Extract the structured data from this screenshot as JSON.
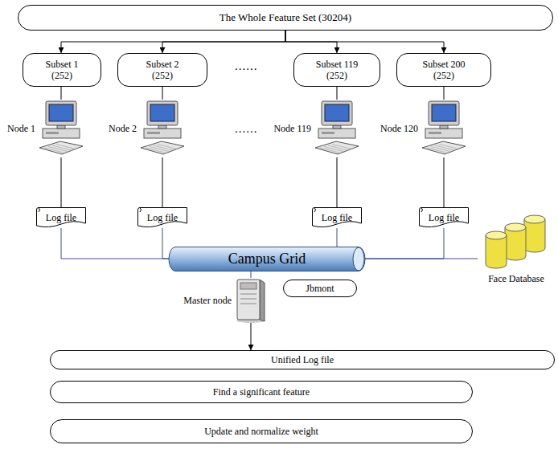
{
  "diagram": {
    "nodes": [
      {
        "text": [
          "The Whole Feature Set (30204)"
        ]
      },
      {
        "text": [
          "Subset 1 (252)"
        ]
      },
      {
        "text": [
          "Subset 2 (252)"
        ]
      },
      {
        "text": [
          "Subset 119 (252)"
        ]
      },
      {
        "text": [
          "Subset 200 (252)"
        ]
      },
      {
        "text": [
          "Node 1"
        ]
      },
      {
        "text": [
          "Node 2"
        ]
      },
      {
        "text": [
          "Node 119"
        ]
      },
      {
        "text": [
          "Node 120"
        ]
      },
      {
        "text": [
          "Log file"
        ]
      },
      {
        "text": [
          "Log file"
        ]
      },
      {
        "text": [
          "Log file"
        ]
      },
      {
        "text": [
          "Log file"
        ]
      },
      {
        "text": [
          "Campus Grid"
        ]
      },
      {
        "text": [
          "Face Database"
        ]
      },
      {
        "text": [
          "Master node"
        ]
      },
      {
        "text": [
          "Jbmont"
        ]
      },
      {
        "text": [
          "Unified Log file"
        ]
      },
      {
        "text": [
          "Find a significant feature"
        ]
      },
      {
        "text": [
          "Update and normalize weight"
        ]
      }
    ],
    "edges": [
      {
        "from": 0,
        "to": 1,
        "arrow": "to"
      },
      {
        "from": 0,
        "to": 2,
        "arrow": "to"
      },
      {
        "from": 0,
        "to": 3,
        "arrow": "to"
      },
      {
        "from": 0,
        "to": 4,
        "arrow": "to"
      },
      {
        "from": 1,
        "to": 5,
        "arrow": "none"
      },
      {
        "from": 2,
        "to": 6,
        "arrow": "none"
      },
      {
        "from": 3,
        "to": 7,
        "arrow": "none"
      },
      {
        "from": 4,
        "to": 8,
        "arrow": "none"
      },
      {
        "from": 5,
        "to": 9,
        "arrow": "none"
      },
      {
        "from": 6,
        "to": 10,
        "arrow": "none"
      },
      {
        "from": 7,
        "to": 11,
        "arrow": "none"
      },
      {
        "from": 8,
        "to": 12,
        "arrow": "none"
      },
      {
        "from": 9,
        "to": 13,
        "arrow": "none"
      },
      {
        "from": 10,
        "to": 13,
        "arrow": "none"
      },
      {
        "from": 11,
        "to": 13,
        "arrow": "none"
      },
      {
        "from": 12,
        "to": 13,
        "arrow": "none"
      },
      {
        "from": 14,
        "to": 13,
        "arrow": "none"
      },
      {
        "from": 13,
        "to": 15,
        "arrow": "none"
      },
      {
        "from": 15,
        "to": 17,
        "arrow": "to"
      }
    ],
    "labels": [
      "......",
      "......"
    ]
  }
}
